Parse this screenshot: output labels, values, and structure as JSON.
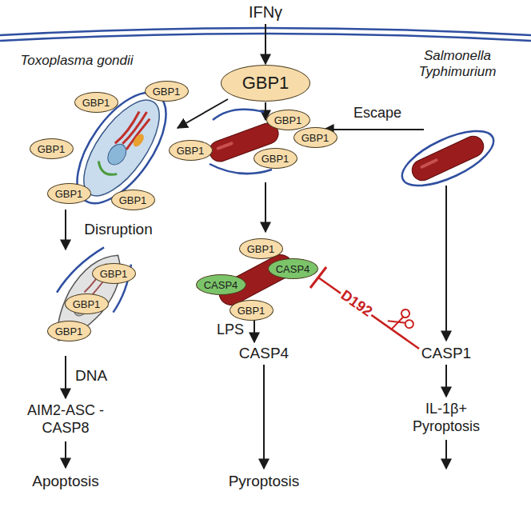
{
  "diagram": {
    "nodes": [
      {
        "text": [
          "GBP1"
        ]
      },
      {
        "text": [
          "GBP1"
        ]
      },
      {
        "text": [
          "GBP1"
        ]
      },
      {
        "text": [
          "GBP1"
        ]
      },
      {
        "text": [
          "GBP1"
        ]
      },
      {
        "text": [
          "GBP1"
        ]
      },
      {
        "text": [
          "GBP1"
        ]
      },
      {
        "text": [
          "GBP1"
        ]
      },
      {
        "text": [
          "GBP1"
        ]
      },
      {
        "text": [
          "GBP1"
        ]
      },
      {
        "text": [
          "GBP1"
        ]
      },
      {
        "text": [
          "GBP1"
        ]
      },
      {
        "text": [
          "GBP1"
        ]
      },
      {
        "text": [
          "GBP1"
        ]
      },
      {
        "text": [
          "CASP4"
        ]
      },
      {
        "text": [
          "CASP4"
        ]
      },
      {
        "text": [
          "GBP1"
        ]
      }
    ],
    "labels": [
      "IFNγ",
      "Toxoplasma gondii",
      "Salmonella Typhimurium",
      "Escape",
      "Disruption",
      "DNA",
      "LPS",
      "CASP4",
      "CASP1",
      "D192",
      "AIM2-ASC -CASP8",
      "IL-1β+ Pyroptosis",
      "Apoptosis",
      "Pyroptosis"
    ]
  }
}
